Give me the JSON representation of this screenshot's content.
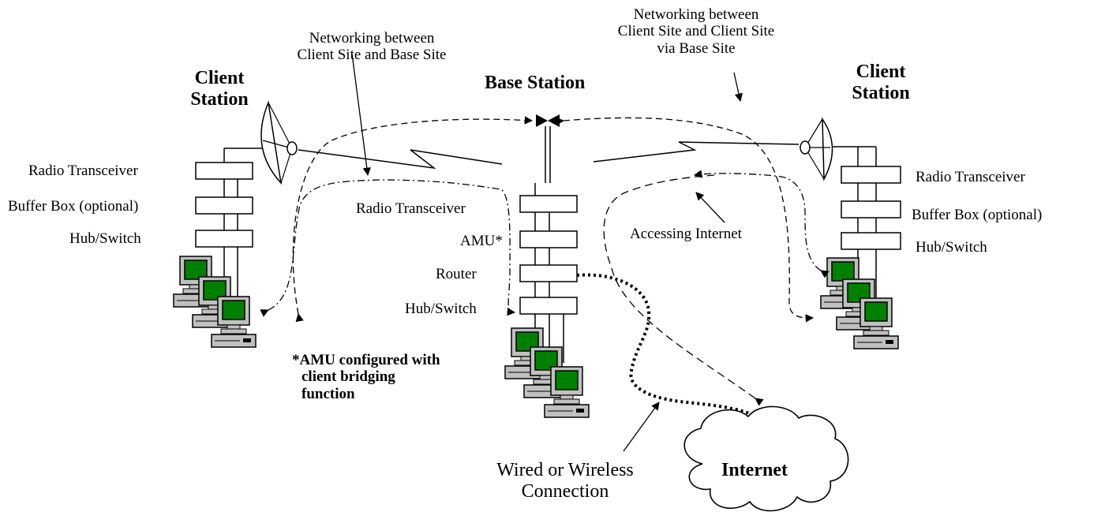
{
  "labels": {
    "client_station_left": [
      "Client",
      "Station"
    ],
    "client_station_right": [
      "Client",
      "Station"
    ],
    "base_station": "Base Station",
    "net_client_base": [
      "Networking between",
      "Client Site and Base Site"
    ],
    "net_client_client": [
      "Networking between",
      "Client Site and Client Site",
      "via Base Site"
    ],
    "left_radio": "Radio Transceiver",
    "left_buffer": "Buffer Box (optional)",
    "left_hub": "Hub/Switch",
    "base_radio": "Radio Transceiver",
    "base_amu": "AMU*",
    "base_router": "Router",
    "base_hub": "Hub/Switch",
    "right_radio": "Radio Transceiver",
    "right_buffer": "Buffer Box (optional)",
    "right_hub": "Hub/Switch",
    "accessing_internet": "Accessing Internet",
    "amu_note": [
      "*AMU configured with",
      "client bridging",
      "function"
    ],
    "wired_wireless": [
      "Wired or Wireless",
      "Connection"
    ],
    "internet": "Internet"
  },
  "colors": {
    "screen": "#008000",
    "monitor": "#c0c0c0",
    "line": "#000000"
  },
  "icons": [
    "satellite-dish-icon",
    "antenna-icon",
    "computer-icon",
    "cloud-icon"
  ]
}
